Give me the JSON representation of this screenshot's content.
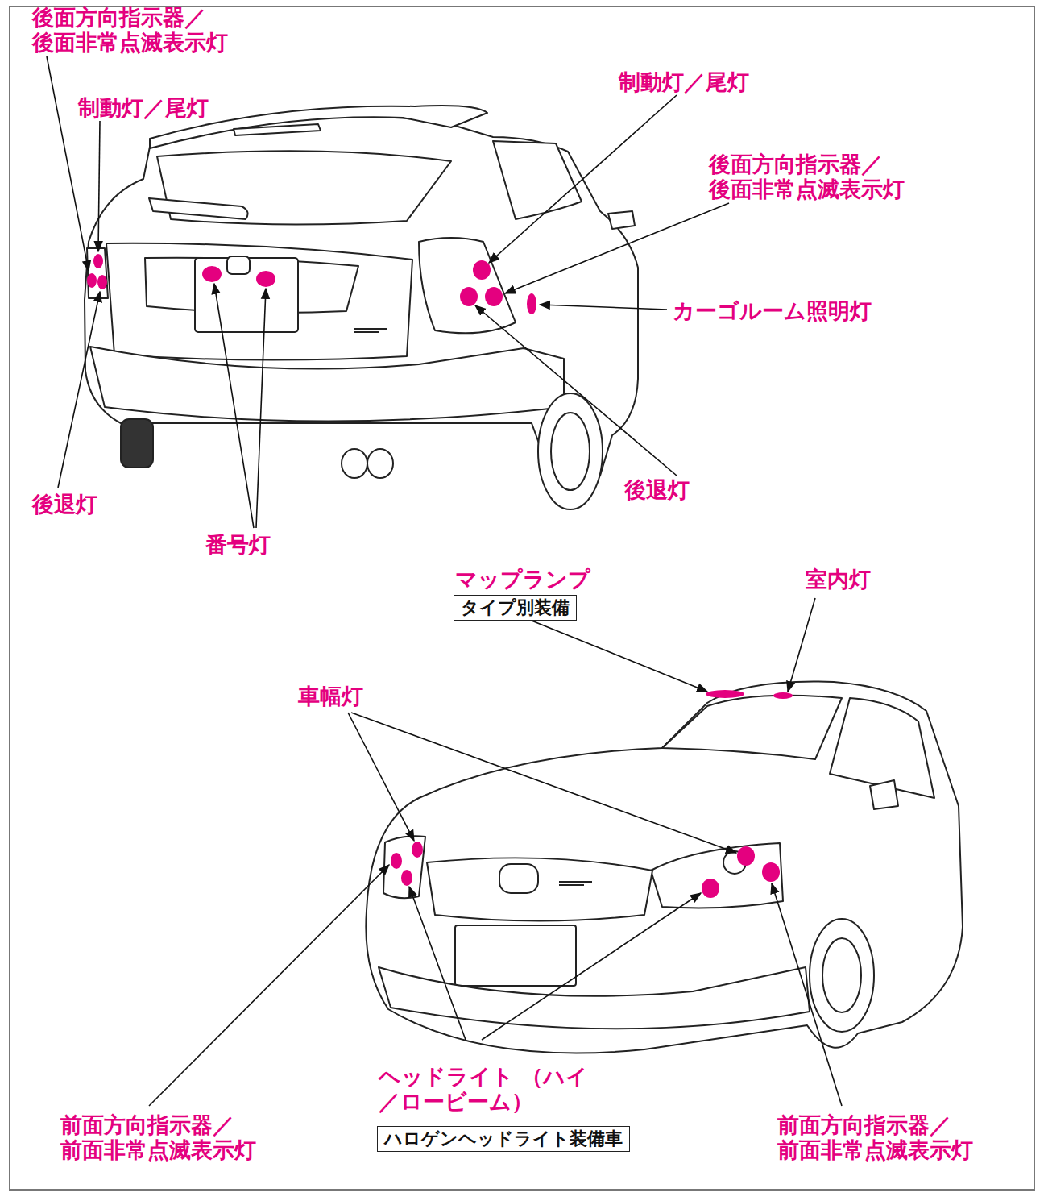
{
  "diagram": {
    "nodes": [
      {
        "text": [
          "タイプ別装備"
        ]
      },
      {
        "text": [
          "ハロゲンヘッドライト装備車"
        ]
      }
    ],
    "labels": [
      "後面方向指示器／ 後面非常点滅表示灯",
      "制動灯／尾灯",
      "制動灯／尾灯",
      "後面方向指示器／ 後面非常点滅表示灯",
      "カーゴルーム照明灯",
      "後退灯",
      "後退灯",
      "番号灯",
      "マップランプ",
      "室内灯",
      "車幅灯",
      "ヘッドライト （ハイ／ロービーム）",
      "前面方向指示器／ 前面非常点滅表示灯",
      "前面方向指示器／ 前面非常点滅表示灯"
    ]
  }
}
